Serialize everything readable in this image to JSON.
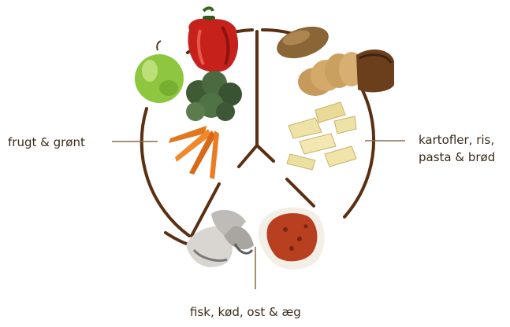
{
  "labels": {
    "left": "frugt & grønt",
    "right_line1": "kartofler, ris,",
    "right_line2": "pasta & brød",
    "bottom": "fisk, kød, ost & æg"
  },
  "colors": {
    "divider": "#5a2f12",
    "label_text": "#3a2a1a"
  },
  "icons": [
    "red-pepper-icon",
    "green-apple-icon",
    "carrots-icon",
    "potato-icon",
    "bread-icon",
    "pasta-icon",
    "fish-icon",
    "steak-icon"
  ]
}
